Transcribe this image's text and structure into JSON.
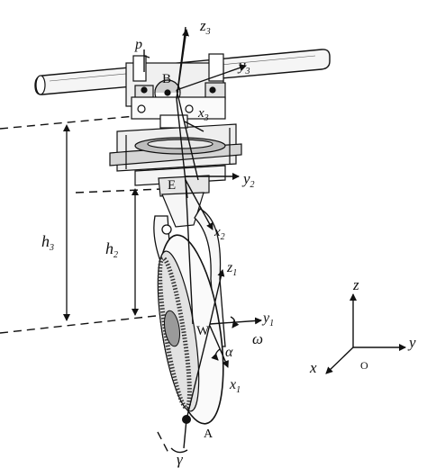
{
  "labels": {
    "z3": "z",
    "z3_sub": "3",
    "p": "p",
    "B": "B",
    "y3": "y",
    "y3_sub": "3",
    "x3": "x",
    "x3_sub": "3",
    "y2": "y",
    "y2_sub": "2",
    "E": "E",
    "x2": "x",
    "x2_sub": "2",
    "h3": "h",
    "h3_sub": "3",
    "h2": "h",
    "h2_sub": "2",
    "z1": "z",
    "z1_sub": "1",
    "y1": "y",
    "y1_sub": "1",
    "W": "W",
    "omega": "ω",
    "alpha": "α",
    "x1": "x",
    "x1_sub": "1",
    "A": "A",
    "gamma": "γ",
    "z": "z",
    "y": "y",
    "x": "x",
    "O": "O"
  },
  "colors": {
    "ink": "#111111",
    "metal": "#d8d8d8",
    "shade": "#9a9a9a"
  }
}
